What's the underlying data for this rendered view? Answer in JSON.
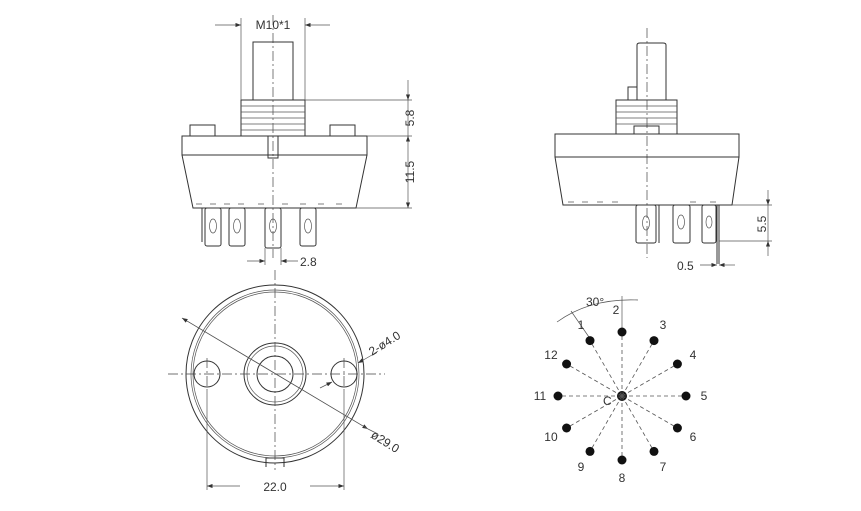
{
  "front_view": {
    "thread_label": "M10*1",
    "shaft_dim": "5.8",
    "body_dim": "11.5",
    "pitch_dim": "2.8"
  },
  "side_view": {
    "terminal_dim": "5.5",
    "thickness_dim": "0.5"
  },
  "bottom_view": {
    "hole_label": "2-ø4.0",
    "diameter_label": "ø29.0",
    "spacing_label": "22.0"
  },
  "pinout": {
    "angle_label": "30°",
    "center_label": "C",
    "positions": [
      "1",
      "2",
      "3",
      "4",
      "5",
      "6",
      "7",
      "8",
      "9",
      "10",
      "11",
      "12"
    ]
  }
}
